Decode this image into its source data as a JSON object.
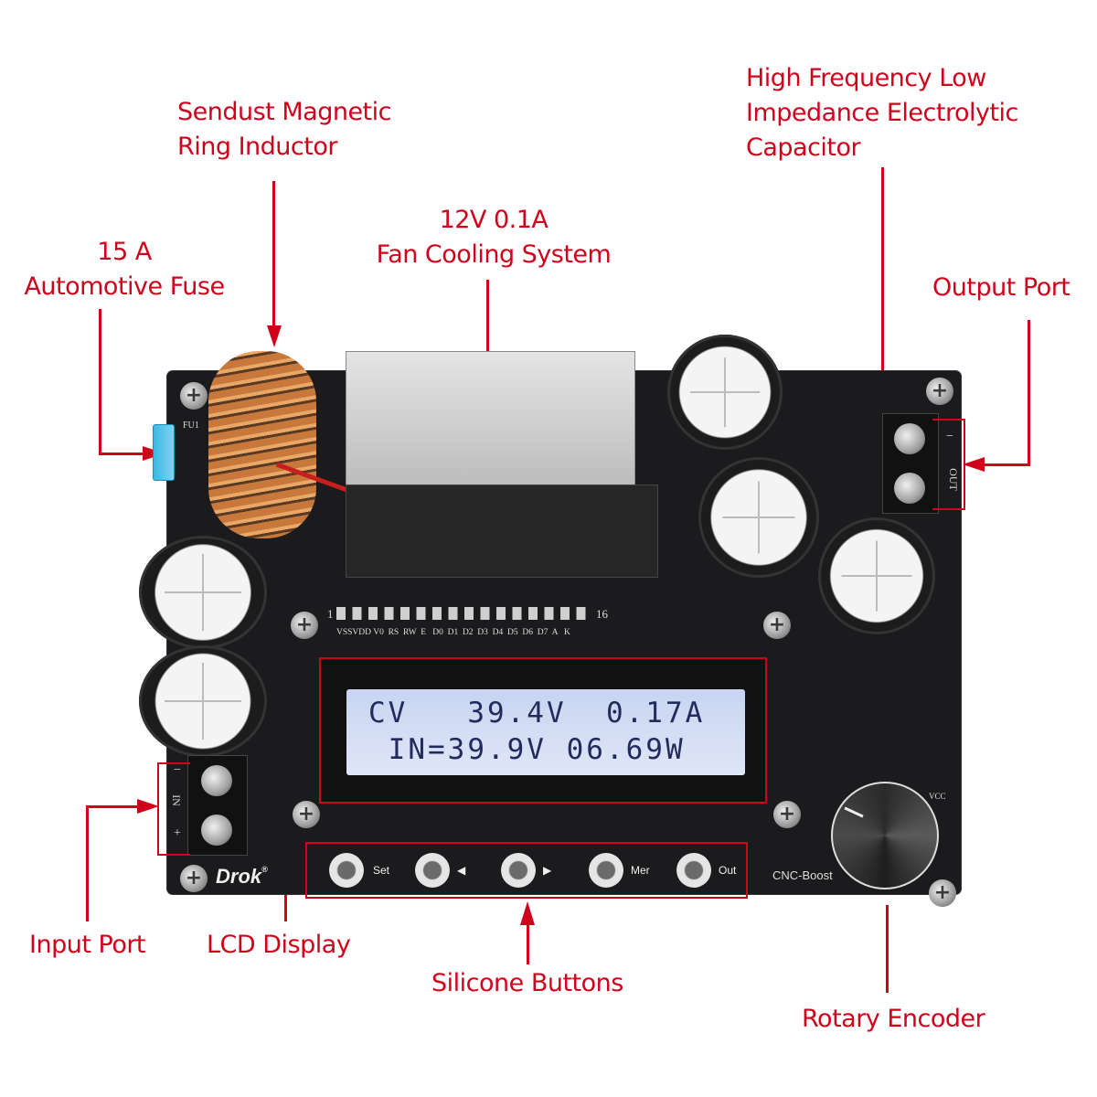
{
  "image": {
    "subject": "DC boost converter module with callout labels",
    "accent_color": "#d0021b"
  },
  "callouts": {
    "inductor": {
      "line1": "Sendust Magnetic",
      "line2": "Ring Inductor"
    },
    "fan": {
      "line1": "12V 0.1A",
      "line2": "Fan Cooling System"
    },
    "fuse": {
      "line1": "15 A",
      "line2": "Automotive Fuse"
    },
    "capacitor": {
      "line1": "High Frequency Low",
      "line2": "Impedance Electrolytic",
      "line3": "Capacitor"
    },
    "output_port": {
      "label": "Output Port"
    },
    "input_port": {
      "label": "Input Port"
    },
    "lcd": {
      "label": "LCD Display"
    },
    "buttons": {
      "label": "Silicone Buttons"
    },
    "encoder": {
      "label": "Rotary Encoder"
    }
  },
  "lcd_display": {
    "row1": "CV   39.4V  0.17A",
    "row2": " IN=39.9V 06.69W",
    "mode": "CV",
    "output_voltage": "39.4V",
    "output_current": "0.17A",
    "input_voltage": "39.9V",
    "power": "06.69W"
  },
  "lcd_pins": {
    "first": "1",
    "last": "16",
    "names": "VSSVDD V0  RS  RW  E   D0  D1  D2  D3  D4  D5  D6  D7  A   K"
  },
  "board_buttons": [
    {
      "label": "Set"
    },
    {
      "label": "◀"
    },
    {
      "label": "▶"
    },
    {
      "label": "Mer"
    },
    {
      "label": "Out"
    }
  ],
  "board_silkscreen": {
    "brand": "Drok",
    "brand_mark": "®",
    "model": "CNC-Boost",
    "input_marks": {
      "minus": "−",
      "name": "IN",
      "plus": "+"
    },
    "output_marks": {
      "minus": "−",
      "name": "OUT"
    },
    "fuse_ref": "FU1",
    "header_label": "VCC"
  }
}
